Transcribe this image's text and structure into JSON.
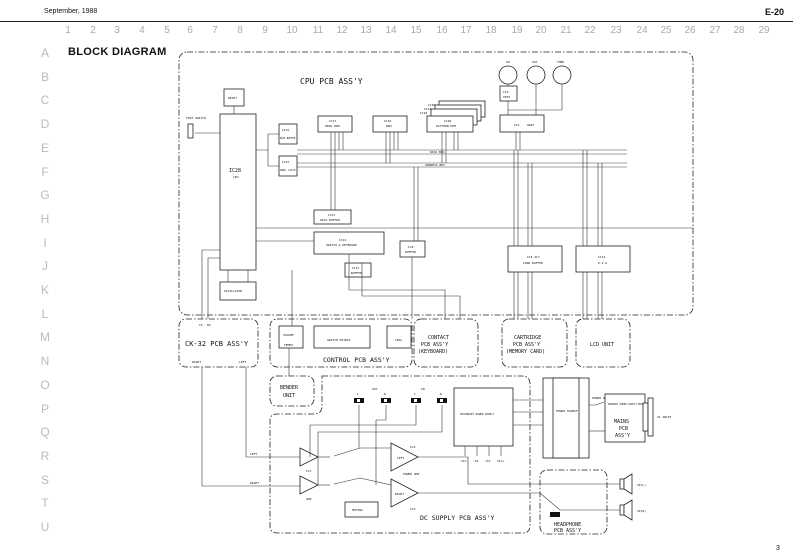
{
  "header": {
    "date": "September, 1988",
    "page_code": "E-20",
    "page_number": "3"
  },
  "title": "BLOCK DIAGRAM",
  "grid_columns": [
    "1",
    "2",
    "3",
    "4",
    "5",
    "6",
    "7",
    "8",
    "9",
    "10",
    "11",
    "12",
    "13",
    "14",
    "15",
    "16",
    "17",
    "18",
    "19",
    "20",
    "21",
    "22",
    "23",
    "24",
    "25",
    "26",
    "27",
    "28",
    "29"
  ],
  "grid_rows": [
    "A",
    "B",
    "C",
    "D",
    "E",
    "F",
    "G",
    "H",
    "I",
    "J",
    "K",
    "L",
    "M",
    "N",
    "O",
    "P",
    "Q",
    "R",
    "S",
    "T",
    "U"
  ],
  "cpu": {
    "title": "CPU PCB ASS'Y",
    "reset": "RESET",
    "foot_switch": "FOOT SWITCH",
    "ic28": "IC28",
    "ic28_sub": "CPU",
    "oscillator": "OSCILLATOR",
    "ic15": "IC15",
    "ic15_sub": "DATA BUFFER",
    "ic27": "IC27",
    "ic27_sub": "ADDR. LATCH",
    "ic17": "IC17",
    "ic17_sub": "PROG ROM",
    "ic16": "IC16",
    "ic16_sub": "RAM",
    "ic18": "IC18",
    "ic18_sub": "PATTERN ROM",
    "ic19": "IC19",
    "ic20": "IC20",
    "ic21": "IC21",
    "ic2": "IC2",
    "ic2_sub": "OPTO",
    "ic1": "IC1",
    "ic1_sub": "UART",
    "midi_in": "IN",
    "midi_out": "OUT",
    "midi_thru": "THRU",
    "data_bus": "DATA BUS",
    "address_bus": "ADDRESS BUS",
    "ic11": "IC11",
    "ic11_sub": "DATA BUFFER",
    "ic12": "IC12",
    "ic12_sub": "SWITCH & KEYBOARD",
    "ic13": "IC13",
    "ic13_sub": "BUFFER",
    "ic8": "IC8",
    "ic8_sub": "BUFFER",
    "ic4_7": "IC4-IC7",
    "ic4_7_sub": "CARD BUFFER",
    "ic14": "IC14",
    "ic14_sub": "P.I.A"
  },
  "modules": {
    "ck32": "CK-32 PCB ASS'Y",
    "ck32_tx": "TX",
    "ck32_rx": "RX",
    "ck32_right": "RIGHT",
    "ck32_left": "LEFT",
    "control": "CONTROL PCB ASS'Y",
    "volume": "VOLUME",
    "tempo": "TEMPO",
    "switch_matrix": "SWITCH MATRIX",
    "leds": "LEDs",
    "contact": [
      "CONTACT",
      "PCB ASS'Y",
      "(KEYBOARD)"
    ],
    "cartridge": [
      "CARTRIDGE",
      "PCB ASS'Y",
      "(MEMORY CARD)"
    ],
    "lcd": "LCD UNIT",
    "bender": [
      "BENDER",
      "UNIT"
    ]
  },
  "dc_supply": {
    "title": "DC SUPPLY PCB ASS'Y",
    "out": "OUT",
    "in": "IN",
    "l": "L",
    "r": "R",
    "ic1": "IC1",
    "amp": "AMP",
    "ic2": "IC2",
    "ic3": "IC3",
    "left": "LEFT",
    "right": "RIGHT",
    "power_amp": "POWER AMP",
    "muting": "MUTING",
    "secondary": "SECONDARY POWER SUPPLY",
    "rails": [
      "VCC-",
      "-5V",
      "+5V",
      "VCC+"
    ],
    "left_in": "LEFT",
    "right_in": "RIGHT"
  },
  "power": {
    "trans": "POWER TRANSF",
    "power_sw": "POWER SW",
    "primary": "PRIMARY POWER SUPPLY BOARD",
    "mains": [
      "MAINS",
      "PCB",
      "ASS'Y"
    ],
    "ac_inlet": "AC INLET"
  },
  "headphone": {
    "title": [
      "HEADPHONE",
      "PCB ASS'Y"
    ],
    "sp_l": "SP(L)",
    "sp_r": "SP(R)"
  }
}
